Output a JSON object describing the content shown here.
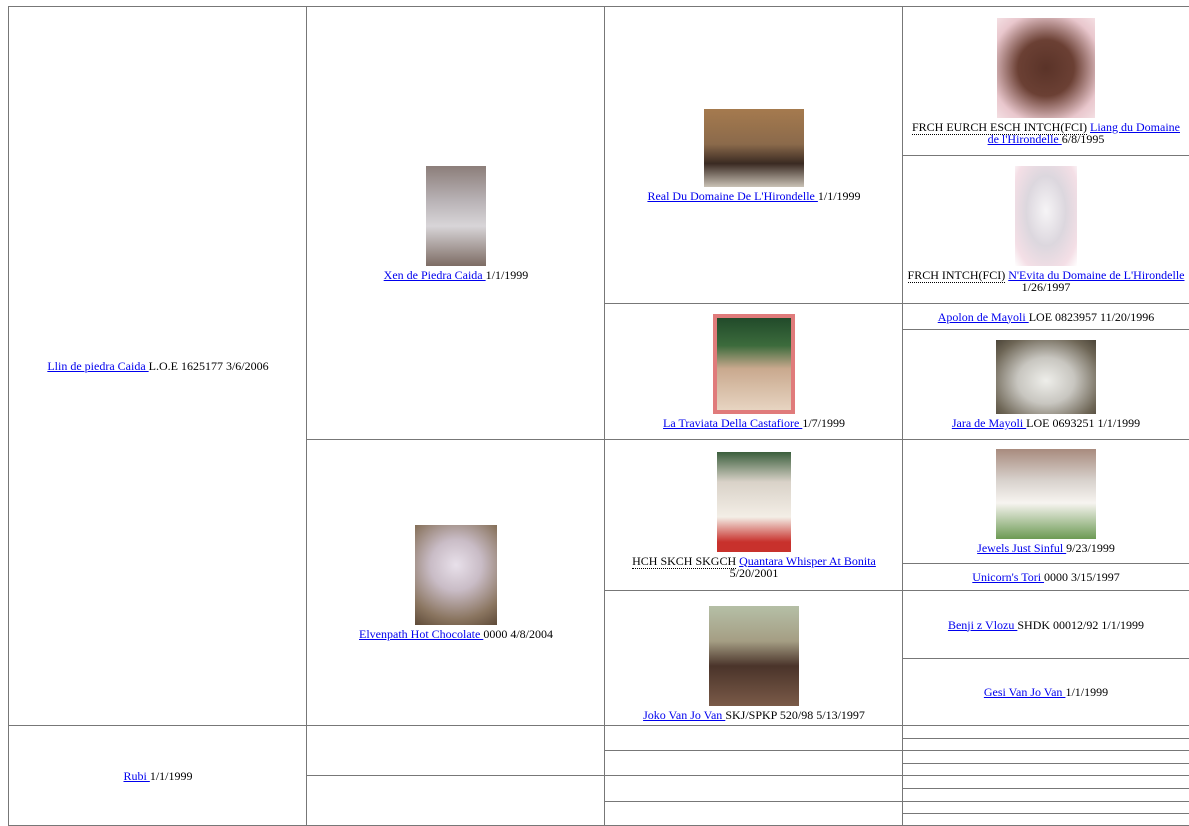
{
  "dogs": {
    "subject": {
      "name": "Llin de piedra Caida ",
      "info": "L.O.E 1625177 3/6/2006"
    },
    "sire": {
      "name": "Xen de Piedra Caida ",
      "info": "1/1/1999"
    },
    "dam": {
      "name": "Elvenpath Hot Chocolate ",
      "info": "0000 4/8/2004"
    },
    "rubi": {
      "name": "Rubi ",
      "info": "1/1/1999"
    },
    "ss": {
      "name": "Real Du Domaine De L'Hirondelle ",
      "info": "1/1/1999"
    },
    "sd": {
      "name": "La Traviata Della Castafiore ",
      "info": "1/7/1999"
    },
    "ds": {
      "title": "HCH SKCH SKGCH",
      "name": "Quantara Whisper At Bonita",
      "info": "5/20/2001"
    },
    "dd": {
      "name": "Joko Van Jo Van ",
      "info": "SKJ/SPKP 520/98 5/13/1997"
    },
    "sss": {
      "title": "FRCH EURCH ESCH INTCH(FCI)",
      "name": "Liang du Domaine de l'Hirondelle ",
      "info": "6/8/1995"
    },
    "ssd": {
      "title": "FRCH INTCH(FCI)",
      "name": "N'Evita du Domaine de L'Hirondelle ",
      "info": "1/26/1997"
    },
    "sds": {
      "name": "Apolon de Mayoli ",
      "info": "LOE 0823957 11/20/1996"
    },
    "sdd": {
      "name": "Jara de Mayoli ",
      "info": "LOE 0693251 1/1/1999"
    },
    "dss": {
      "name": "Jewels Just Sinful ",
      "info": "9/23/1999"
    },
    "dsd": {
      "name": "Unicorn's Tori ",
      "info": "0000 3/15/1997"
    },
    "dds": {
      "name": "Benji z Vlozu ",
      "info": "SHDK 00012/92 1/1/1999"
    },
    "ddd": {
      "name": "Gesi Van Jo Van ",
      "info": "1/1/1999"
    }
  }
}
